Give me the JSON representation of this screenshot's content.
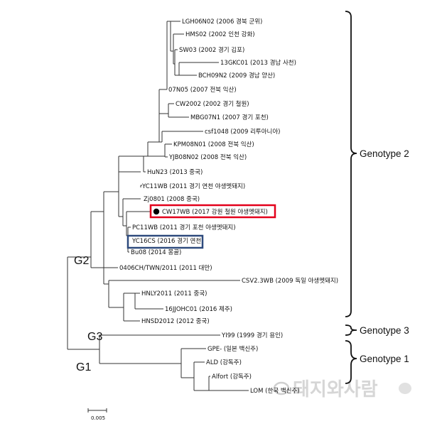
{
  "leaves": [
    "LGH06N02 (2006 경북 군위)",
    "HMS02 (2002 인천 강화)",
    "SW03 (2002 경기 김포)",
    "13GKC01 (2013 경남 사천)",
    "BCH09N2 (2009 경남 양산)",
    "07N05 (2007 전북 익산)",
    "CW2002 (2002 경기 철원)",
    "MBG07N1 (2007 경기 포천)",
    "csf1048 (2009 리투아니아)",
    "KPM08N01 (2008 전북 익산)",
    "YJB08N02 (2008 전북 익산)",
    "HuN23 (2013 중국)",
    "YC11WB (2011 경기 연천 야생멧돼지)",
    "Zj0801 (2008 중국)",
    "CW17WB (2017 강원 철원 야생멧돼지)",
    "PC11WB (2011 경기 포천 야생멧돼지)",
    "YC16CS (2016 경기 연천)",
    "Bu08 (2014 몽골)",
    "0406CH/TWN/2011 (2011 대만)",
    "CSV2.3WB (2009 독일 야생멧돼지)",
    "HNLY2011 (2011 중국)",
    "16JJOHC01 (2016 제주)",
    "HNSD2012 (2012 중국)",
    "YI99 (1999 경기 용인)",
    "GPE- (일본 백신주)",
    "ALD (강독주)",
    "Alfort (강독주)",
    "LOM (한국 백신주)"
  ],
  "groups": {
    "g1": "G1",
    "g2": "G2",
    "g3": "G3"
  },
  "genotypes": {
    "gt1": "Genotype 1",
    "gt2": "Genotype 2",
    "gt3": "Genotype 3"
  },
  "scale_label": "0.005",
  "watermark": "돼지와사람",
  "colors": {
    "highlight_red": "#e3001b",
    "highlight_blue": "#2e4a7d",
    "line": "#333333"
  }
}
